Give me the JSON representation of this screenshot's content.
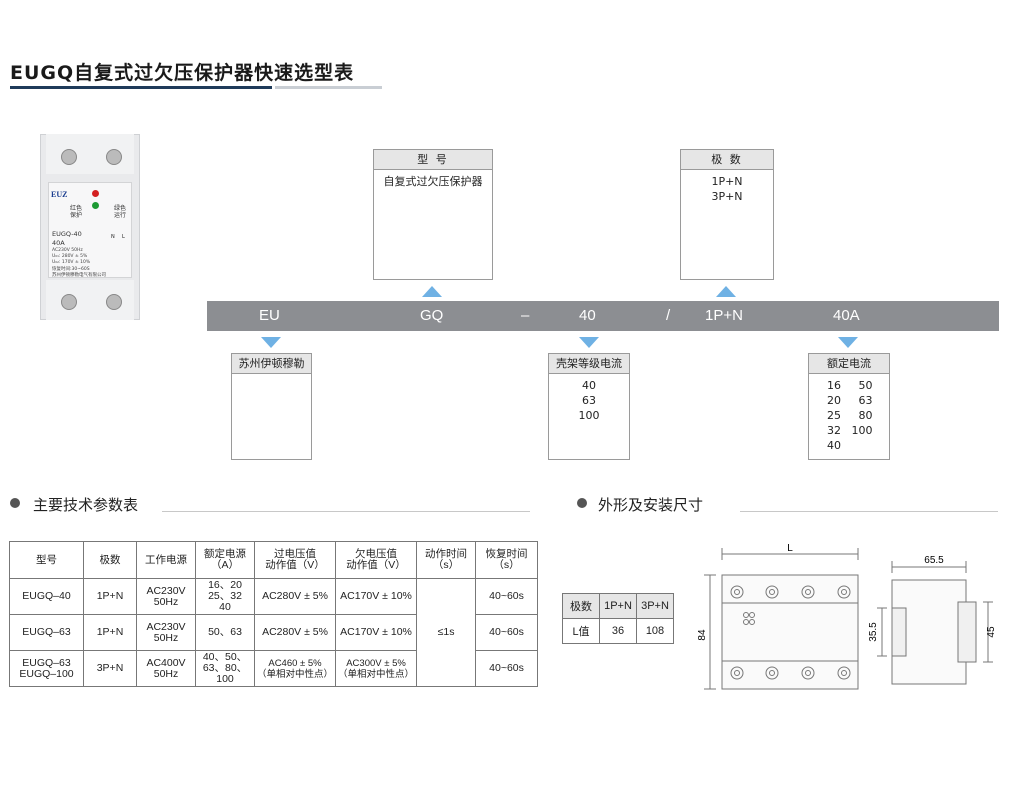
{
  "title": "EUGQ自复式过欠压保护器快速选型表",
  "product_photo": {
    "brand": "EUZ",
    "red_label": "红色\n保护",
    "green_label": "绿色\n运行",
    "model": "EUGQ-40",
    "current": "40A",
    "line1": "AC230V 50Hz",
    "line2": "U₀₁: 280V ± 5%",
    "line3": "U₀₂: 170V ± 10%",
    "line4": "恢复时间:30~60S",
    "maker": "苏州伊顿穆勒电气有限公司",
    "side_N": "N",
    "side_L": "L"
  },
  "selection": {
    "bar_codes": [
      "EU",
      "GQ",
      "–",
      "40",
      "/",
      "1P+N",
      "40A"
    ],
    "model_box": {
      "header": "型 号",
      "body": "自复式过欠压保护器"
    },
    "poles_box": {
      "header": "极 数",
      "body": "1P+N\n3P+N"
    },
    "maker_box": {
      "header": "苏州伊顿穆勒",
      "body": ""
    },
    "frame_box": {
      "header": "壳架等级电流",
      "body": "40\n63\n100"
    },
    "rated_box": {
      "header": "额定电流",
      "body": "16     50\n20     63\n25     80\n32   100\n40        "
    }
  },
  "sections": {
    "params_title": "主要技术参数表",
    "dims_title": "外形及安装尺寸"
  },
  "spec_table": {
    "headers": [
      "型号",
      "极数",
      "工作电源",
      "额定电源\n（A）",
      "过电压值\n动作值（V）",
      "欠电压值\n动作值（V）",
      "动作时间\n（s）",
      "恢复时间\n（s）"
    ],
    "rows": [
      [
        "EUGQ–40",
        "1P+N",
        "AC230V\n50Hz",
        "16、20\n25、32\n40",
        "AC280V ± 5%",
        "AC170V ± 10%",
        "40~60s"
      ],
      [
        "EUGQ–63",
        "1P+N",
        "AC230V\n50Hz",
        "50、63",
        "AC280V ± 5%",
        "AC170V ± 10%",
        "40~60s"
      ],
      [
        "EUGQ–63\nEUGQ–100",
        "3P+N",
        "AC400V\n50Hz",
        "40、50、\n63、80、\n100",
        "AC460 ± 5%\n（单相对中性点）",
        "AC300V ± 5%\n（单相对中性点）",
        "40~60s"
      ]
    ],
    "action_time": "≤1s"
  },
  "l_table": {
    "headers": [
      "极数",
      "1P+N",
      "3P+N"
    ],
    "row": [
      "L值",
      "36",
      "108"
    ]
  },
  "dimensions": {
    "L": "L",
    "h84": "84",
    "w65_5": "65.5",
    "h35_5": "35.5",
    "h45": "45"
  },
  "colors": {
    "accent": "#6fb1e4",
    "bar": "#8c8e92",
    "title_line": "#1f3b5a"
  }
}
